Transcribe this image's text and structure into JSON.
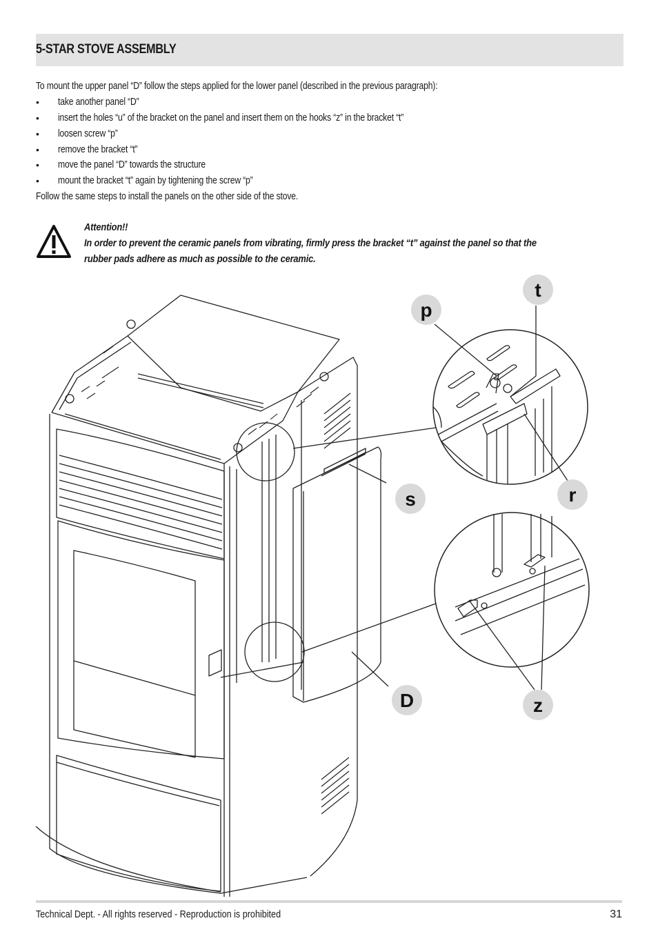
{
  "section": {
    "title": "5-STAR STOVE ASSEMBLY"
  },
  "intro": "To mount the upper panel “D” follow the steps applied for the lower panel (described in the previous paragraph):",
  "steps": [
    "take another panel “D”",
    "insert the holes “u” of the bracket on the panel and insert them on the hooks “z” in the bracket “t”",
    "loosen screw “p”",
    "remove the bracket “t”",
    "move the panel “D” towards the structure",
    "mount the bracket “t” again by tightening the screw “p”"
  ],
  "bullet_glyph": "•",
  "outro": "Follow the same steps to install the panels on the other side of the stove.",
  "warning": {
    "icon": "warning-triangle-icon",
    "heading": "Attention!!",
    "line1": "In order to prevent the ceramic panels from vibrating, firmly press the bracket “t” against the panel so that the",
    "line2": "rubber pads adhere as much as possible to the ceramic."
  },
  "figure": {
    "callouts": {
      "t": "t",
      "p": "p",
      "s": "s",
      "r": "r",
      "D": "D",
      "z": "z"
    }
  },
  "footer": {
    "notice": "Technical Dept. - All rights reserved - Reproduction is prohibited",
    "page": "31"
  },
  "colors": {
    "header_bg": "#e3e3e3",
    "callout_bg": "#d9d9d9",
    "ink": "#1a1a1a"
  }
}
